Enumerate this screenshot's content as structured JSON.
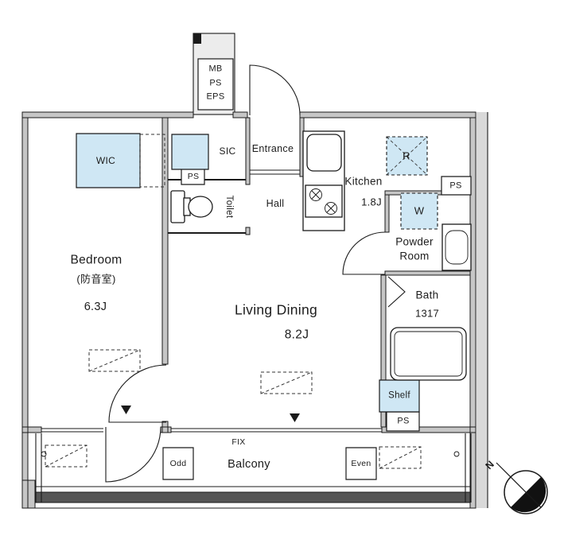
{
  "colors": {
    "fixture": "#cfe7f4",
    "wall_core": "#c6c6c6",
    "line": "#1a1a1a",
    "shade": "#d9d9d9",
    "rail": "#555555"
  },
  "meter_box": {
    "mb": "MB",
    "ps": "PS",
    "eps": "EPS"
  },
  "rooms": {
    "wic": "WIC",
    "sic": "SIC",
    "entrance": "Entrance",
    "toilet": "Toilet",
    "hall": "Hall",
    "kitchen": {
      "name": "Kitchen",
      "size": "1.8J"
    },
    "fridge": "R",
    "washer": "W",
    "powder": {
      "line1": "Powder",
      "line2": "Room"
    },
    "bath": {
      "name": "Bath",
      "size": "1317"
    },
    "bedroom": {
      "name": "Bedroom",
      "note": "(防音室)",
      "size": "6.3J"
    },
    "living": {
      "name": "Living Dining",
      "size": "8.2J"
    },
    "shelf": "Shelf",
    "balcony": "Balcony"
  },
  "pipe_spaces": {
    "entry": "PS",
    "right": "PS",
    "bottom": "PS"
  },
  "window": {
    "fix": "FIX"
  },
  "balcony_markers": {
    "odd": "Odd",
    "even": "Even"
  },
  "compass": {
    "north": "N"
  }
}
